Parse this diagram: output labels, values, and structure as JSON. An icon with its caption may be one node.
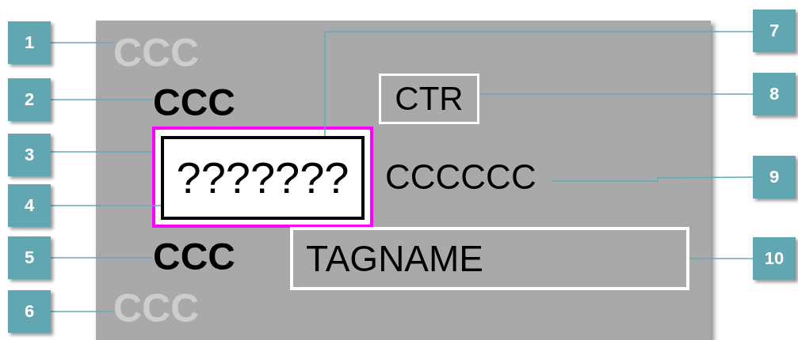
{
  "diagram": {
    "nodes": [
      {
        "text": [],
        "shape": "box"
      },
      {
        "text": [
          "CCC"
        ],
        "in": 0
      },
      {
        "text": [
          "CCC"
        ],
        "in": 0
      },
      {
        "text": [
          "CTR"
        ],
        "in": 0
      },
      {
        "text": [],
        "shape": "box",
        "in": 0
      },
      {
        "text": [
          "???????"
        ],
        "in": 4
      },
      {
        "text": [
          "CCCCCC"
        ],
        "in": 0
      },
      {
        "text": [
          "CCC"
        ],
        "in": 0
      },
      {
        "text": [
          "TAGNAME"
        ],
        "in": 0
      },
      {
        "text": [
          "CCC"
        ],
        "in": 0
      },
      {
        "text": [
          "1"
        ]
      },
      {
        "text": [
          "2"
        ]
      },
      {
        "text": [
          "3"
        ]
      },
      {
        "text": [
          "4"
        ]
      },
      {
        "text": [
          "5"
        ]
      },
      {
        "text": [
          "6"
        ]
      },
      {
        "text": [
          "7"
        ]
      },
      {
        "text": [
          "8"
        ]
      },
      {
        "text": [
          "9"
        ]
      },
      {
        "text": [
          "10"
        ]
      }
    ],
    "edges": [
      {
        "from": 10,
        "to": 1,
        "arrow": "none"
      },
      {
        "from": 11,
        "to": 2,
        "arrow": "none"
      },
      {
        "from": 12,
        "to": 4,
        "arrow": "none"
      },
      {
        "from": 13,
        "to": 5,
        "arrow": "none"
      },
      {
        "from": 14,
        "to": 7,
        "arrow": "none"
      },
      {
        "from": 15,
        "to": 9,
        "arrow": "none"
      },
      {
        "from": 16,
        "to": 5,
        "arrow": "none"
      },
      {
        "from": 17,
        "to": 3,
        "arrow": "none"
      },
      {
        "from": 18,
        "to": 6,
        "arrow": "none"
      },
      {
        "from": 19,
        "to": 8,
        "arrow": "none"
      }
    ]
  }
}
